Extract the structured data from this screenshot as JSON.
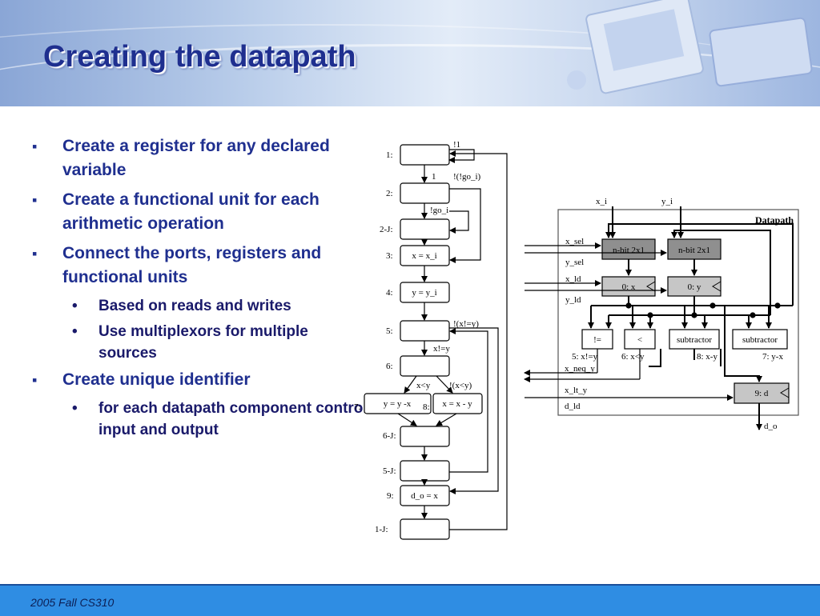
{
  "slide": {
    "title": "Creating the datapath",
    "footer": "2005 Fall CS310"
  },
  "bullets": [
    {
      "text": "Create a register for any declared variable",
      "sub": []
    },
    {
      "text": "Create a functional unit for each arithmetic operation",
      "sub": []
    },
    {
      "text": "Connect the ports, registers and functional units",
      "sub": [
        "Based on reads and writes",
        "Use multiplexors for multiple sources"
      ]
    },
    {
      "text": "Create unique identifier",
      "sub": [
        "for each datapath component control input and output"
      ]
    }
  ],
  "fsmd": {
    "state_labels": [
      "1:",
      "2:",
      "2-J:",
      "3:",
      "4:",
      "5:",
      "6:",
      "7:",
      "8:",
      "6-J:",
      "5-J:",
      "9:",
      "1-J:"
    ],
    "actions": {
      "s3": "x = x_i",
      "s4": "y = y_i",
      "s7": "y = y -x",
      "s8": "x = x - y",
      "s9": "d_o = x"
    },
    "edge_labels": [
      "!1",
      "1",
      "!(!go_i)",
      "!go_i",
      "!(x!=y)",
      "x!=y",
      "x<y",
      "!(x<y)"
    ]
  },
  "datapath": {
    "title": "Datapath",
    "inputs": [
      "x_i",
      "y_i"
    ],
    "muxes": [
      "n-bit 2x1",
      "n-bit 2x1"
    ],
    "registers": [
      "0: x",
      "0: y"
    ],
    "units": [
      "!=",
      "<",
      "subtractor",
      "subtractor"
    ],
    "unit_ids": [
      "5: x!=y",
      "6: x<y",
      "8: x-y",
      "7: y-x"
    ],
    "d_register": "9: d",
    "control_signals": [
      "x_sel",
      "y_sel",
      "x_ld",
      "y_ld",
      "x_neq_y",
      "x_lt_y",
      "d_ld"
    ],
    "output": "d_o"
  }
}
